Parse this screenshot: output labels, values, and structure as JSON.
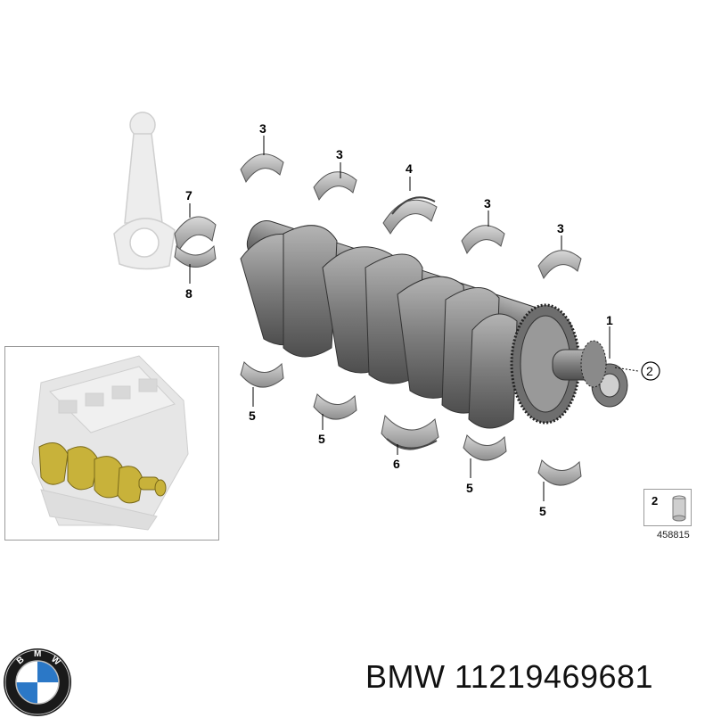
{
  "callouts": {
    "c3a": "3",
    "c3b": "3",
    "c4": "4",
    "c3c": "3",
    "c3d": "3",
    "c7": "7",
    "c8": "8",
    "c1": "1",
    "c2": "2",
    "c5a": "5",
    "c5b": "5",
    "c6": "6",
    "c5c": "5",
    "c5d": "5"
  },
  "partbox": {
    "number": "2"
  },
  "diagram_number": "458815",
  "caption": "BMW 11219469681",
  "colors": {
    "metal": "#8a8a8a",
    "metal_dark": "#555555",
    "bearing": "#b8b8b8",
    "highlight": "#c8b23a",
    "ghost": "#e2e2e2"
  }
}
